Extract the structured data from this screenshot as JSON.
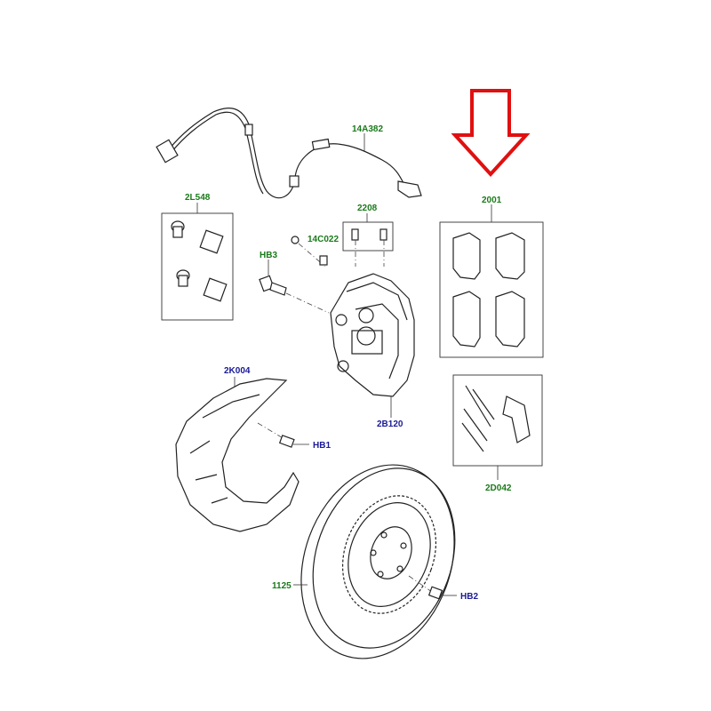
{
  "colors": {
    "green_label": "#1a7a1a",
    "blue_label": "#1a1a99",
    "arrow": "#e01010",
    "line": "#222222"
  },
  "labels": {
    "sensor": "14A382",
    "bushing_kit": "2L548",
    "bleed": "2208",
    "bleed_cap": "14C022",
    "hb3": "HB3",
    "pads": "2001",
    "caliper": "2B120",
    "shield": "2K004",
    "hb1": "HB1",
    "pin_kit": "2D042",
    "disc": "1125",
    "hb2": "HB2"
  },
  "icons": {
    "highlight_arrow": "arrow-down-icon"
  }
}
